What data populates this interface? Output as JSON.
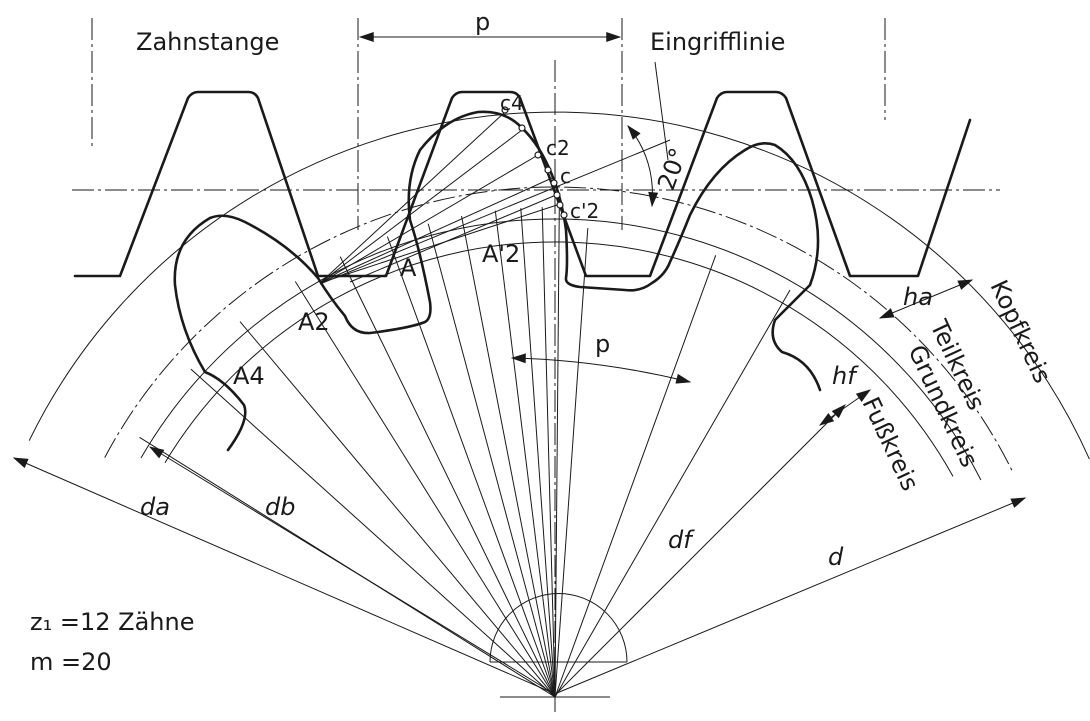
{
  "labels": {
    "rack": "Zahnstange",
    "pitch_top": "p",
    "line_of_action": "Eingrifflinie",
    "angle": "20°",
    "c4": "c4",
    "c2": "c2",
    "c": "c",
    "c2_prime": "c'2",
    "a": "A",
    "a2": "A2",
    "a2_prime": "A'2",
    "a4": "A4",
    "pitch_arc": "p",
    "ha": "ha",
    "hf": "hf",
    "tip_circle": "Kopfkreis",
    "pitch_circle": "Teilkreis",
    "base_circle": "Grundkreis",
    "root_circle": "Fußkreis",
    "da": "da",
    "db": "db",
    "df": "df",
    "d": "d"
  },
  "info": {
    "teeth": "z₁ =12 Zähne",
    "module": "m  =20"
  }
}
